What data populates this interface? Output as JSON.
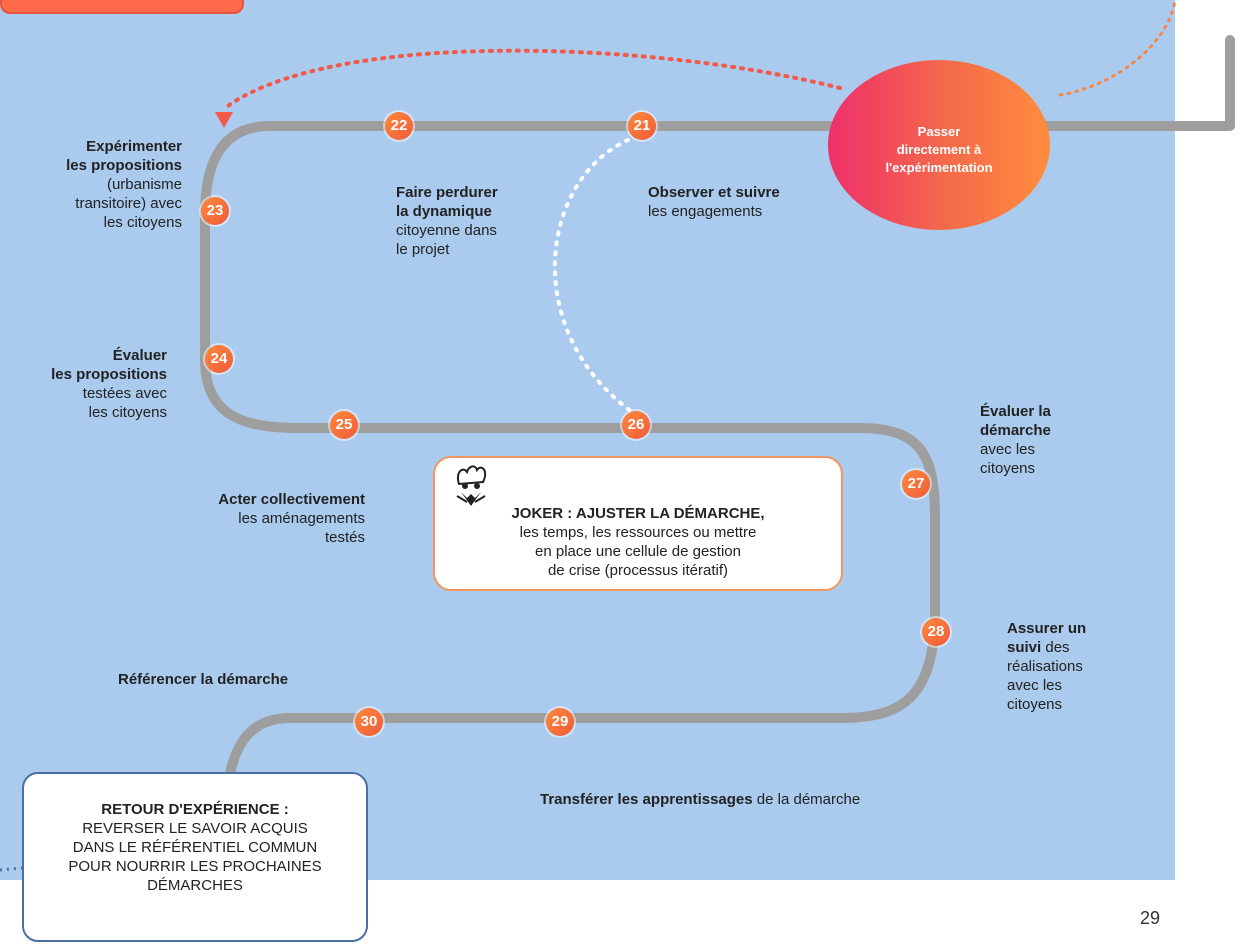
{
  "colors": {
    "background_panel": "#aacbee",
    "path": "#9e9e9e",
    "badge": "#f26b3a",
    "bubble_from": "#ee2f6a",
    "bubble_to": "#ff8d3d"
  },
  "bubble": {
    "line1": "Passer",
    "line2": "directement à",
    "line3": "l'expérimentation"
  },
  "steps": [
    {
      "num": "21",
      "bold": "Observer et suivre",
      "text": "les engagements"
    },
    {
      "num": "22",
      "bold": "Faire perdurer la dynamique",
      "text": "citoyenne dans le projet"
    },
    {
      "num": "23",
      "bold": "Expérimenter les propositions",
      "text": "(urbanisme transitoire) avec les citoyens"
    },
    {
      "num": "24",
      "bold": "Évaluer les propositions",
      "text": "testées avec les citoyens"
    },
    {
      "num": "25",
      "bold": "Acter collectivement",
      "text": "les aménagements testés"
    },
    {
      "num": "26"
    },
    {
      "num": "27",
      "bold": "Évaluer la démarche",
      "text": "avec les citoyens"
    },
    {
      "num": "28",
      "bold": "Assurer un suivi",
      "text": "des réalisations avec les citoyens"
    },
    {
      "num": "29",
      "bold": "Transférer les apprentissages",
      "text": "de la démarche"
    },
    {
      "num": "30",
      "bold": "Référencer la démarche"
    }
  ],
  "labels": {
    "s23_b1": "Expérimenter",
    "s23_b2": "les propositions",
    "s23_t1": "(urbanisme",
    "s23_t2": "transitoire) avec",
    "s23_t3": "les citoyens",
    "s22_b1": "Faire perdurer",
    "s22_b2": "la dynamique",
    "s22_t1": "citoyenne dans",
    "s22_t2": "le projet",
    "s21_b1": "Observer et suivre",
    "s21_t1": "les engagements",
    "s24_b1": "Évaluer",
    "s24_b2": "les propositions",
    "s24_t1": "testées avec",
    "s24_t2": "les citoyens",
    "s25_b1": "Acter collectivement",
    "s25_t1": "les aménagements",
    "s25_t2": "testés",
    "s27_b1": "Évaluer la",
    "s27_b2": "démarche",
    "s27_t1": "avec les",
    "s27_t2": "citoyens",
    "s28_b1": "Assurer un",
    "s28_b2": "suivi",
    "s28_t0": " des",
    "s28_t1": "réalisations",
    "s28_t2": "avec les",
    "s28_t3": "citoyens",
    "s30_b1": "Référencer la démarche",
    "s29_b1": "Transférer les apprentissages",
    "s29_t1": " de la démarche"
  },
  "joker": {
    "title": "JOKER : AJUSTER LA DÉMARCHE,",
    "line1": "les temps, les ressources ou mettre",
    "line2": "en place une cellule de gestion",
    "line3": "de crise (processus itératif)",
    "icon": "jester-icon"
  },
  "retour": {
    "title": "RETOUR D'EXPÉRIENCE :",
    "line1": "REVERSER LE SAVOIR ACQUIS",
    "line2": "DANS LE RÉFÉRENTIEL COMMUN",
    "line3": "POUR NOURRIR LES PROCHAINES",
    "line4": "DÉMARCHES"
  },
  "page_number": "29"
}
